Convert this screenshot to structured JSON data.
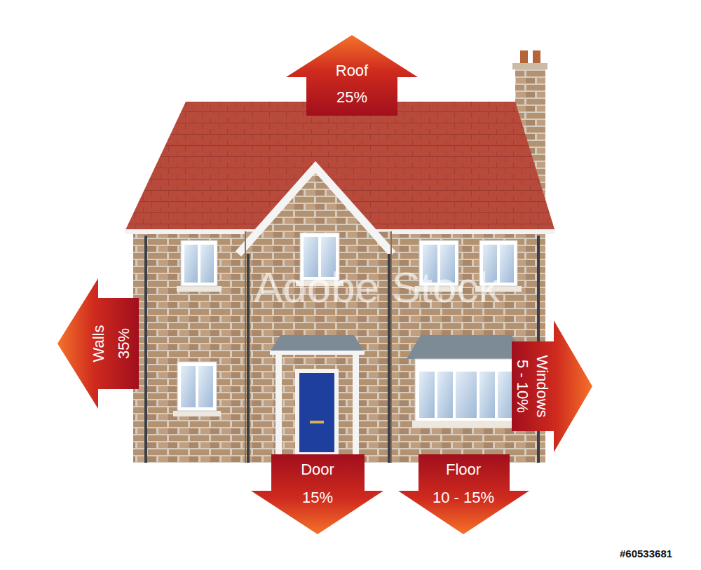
{
  "diagram": {
    "nodes": [
      {
        "text": [
          "Roof",
          "25%"
        ]
      },
      {
        "text": [
          "Walls",
          "35%"
        ]
      },
      {
        "text": [
          "Windows",
          "5 - 10%"
        ]
      },
      {
        "text": [
          "Door",
          "15%"
        ]
      },
      {
        "text": [
          "Floor",
          "10 - 15%"
        ]
      }
    ],
    "labels": [
      "Adobe Stock",
      "#60533681"
    ]
  }
}
